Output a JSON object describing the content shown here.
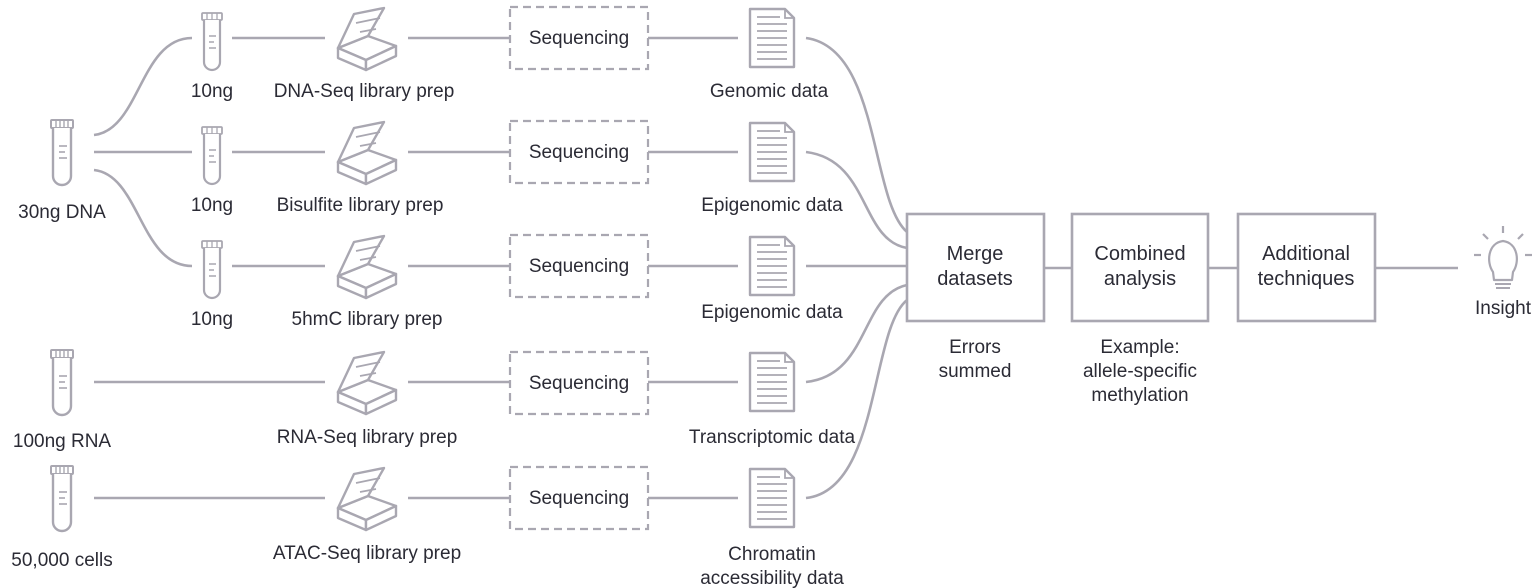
{
  "colors": {
    "line": "#a9a7b1",
    "text": "#2b2b35",
    "background": "#ffffff"
  },
  "sources": {
    "dna": "30ng DNA",
    "rna": "100ng RNA",
    "cells": "50,000 cells"
  },
  "aliquots": [
    "10ng",
    "10ng",
    "10ng"
  ],
  "library_preps": [
    "DNA-Seq library prep",
    "Bisulfite library prep",
    "5hmC library prep",
    "RNA-Seq library prep",
    "ATAC-Seq library prep"
  ],
  "sequencing_label": "Sequencing",
  "data_outputs": [
    {
      "line1": "Genomic data",
      "line2": ""
    },
    {
      "line1": "Epigenomic data",
      "line2": ""
    },
    {
      "line1": "Epigenomic data",
      "line2": ""
    },
    {
      "line1": "Transcriptomic data",
      "line2": ""
    },
    {
      "line1": "Chromatin",
      "line2": "accessibility data"
    }
  ],
  "merge": {
    "line1": "Merge",
    "line2": "datasets",
    "note1": "Errors",
    "note2": "summed"
  },
  "combined": {
    "line1": "Combined",
    "line2": "analysis",
    "note1": "Example:",
    "note2": "allele-specific",
    "note3": "methylation"
  },
  "additional": {
    "line1": "Additional",
    "line2": "techniques"
  },
  "insight": "Insight",
  "icons": {
    "tube": "test-tube-icon",
    "library": "library-prep-box-icon",
    "document": "data-document-icon",
    "insight": "lightbulb-icon"
  }
}
